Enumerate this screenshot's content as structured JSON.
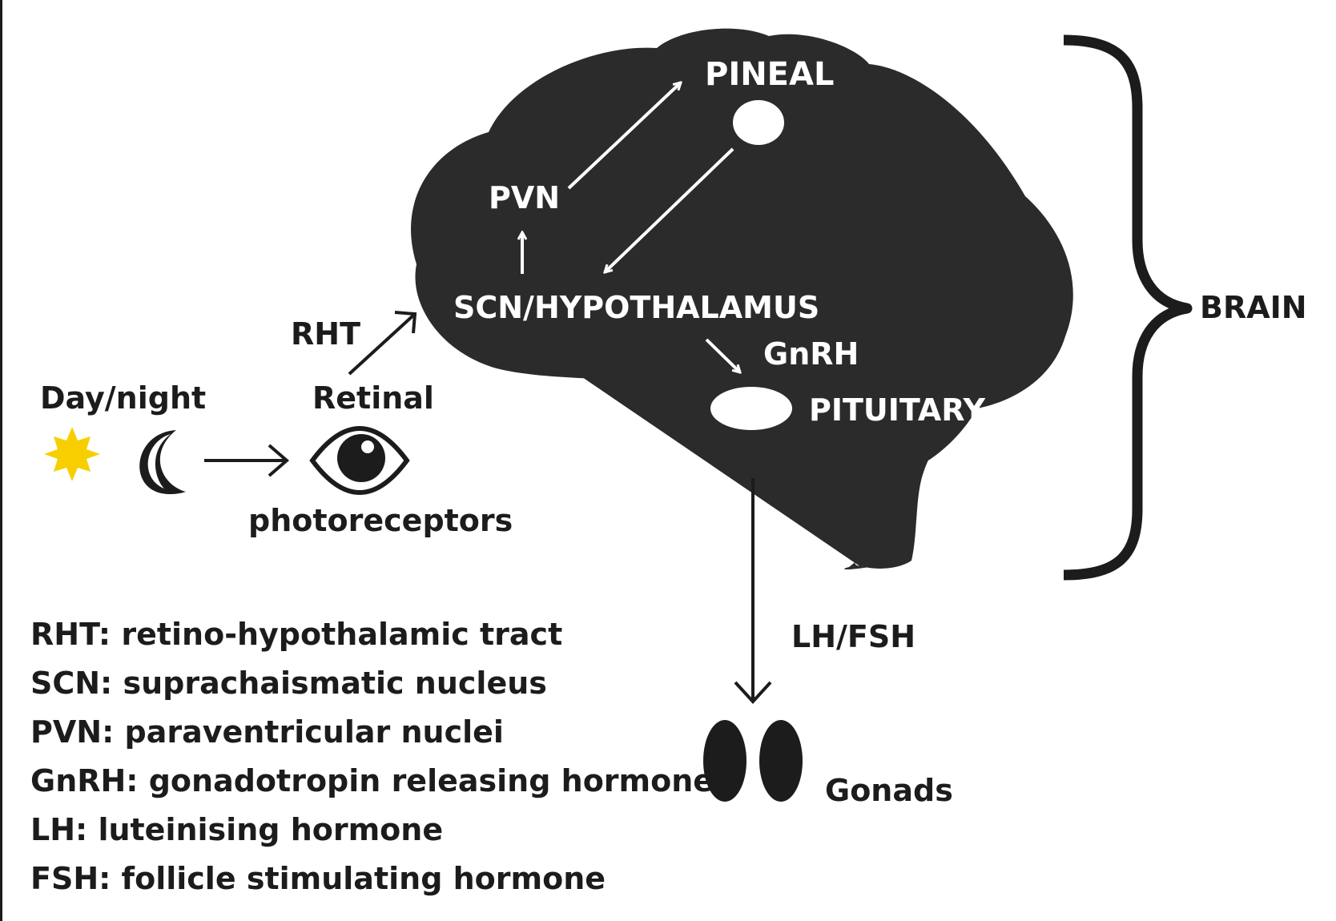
{
  "labels": {
    "pineal": "PINEAL",
    "pvn": "PVN",
    "scn": "SCN/HYPOTHALAMUS",
    "gnrh": "GnRH",
    "pituitary": "PITUITARY",
    "brain": "BRAIN",
    "rht": "RHT",
    "day_night": "Day/night",
    "retinal": "Retinal",
    "photoreceptors": "photoreceptors",
    "lh_fsh": "LH/FSH",
    "gonads": "Gonads"
  },
  "glossary": [
    "RHT: retino-hypothalamic tract",
    "SCN: suprachaismatic nucleus",
    "PVN: paraventricular nuclei",
    "GnRH: gonadotropin releasing hormone",
    "LH: luteinising hormone",
    "FSH: follicle stimulating hormone"
  ],
  "icons": {
    "sun": "sun-icon",
    "moon": "moon-icon",
    "eye": "eye-icon"
  },
  "colors": {
    "brain_fill": "#2b2b2b",
    "sun": "#f7cf00",
    "ink": "#1c1c1c"
  }
}
